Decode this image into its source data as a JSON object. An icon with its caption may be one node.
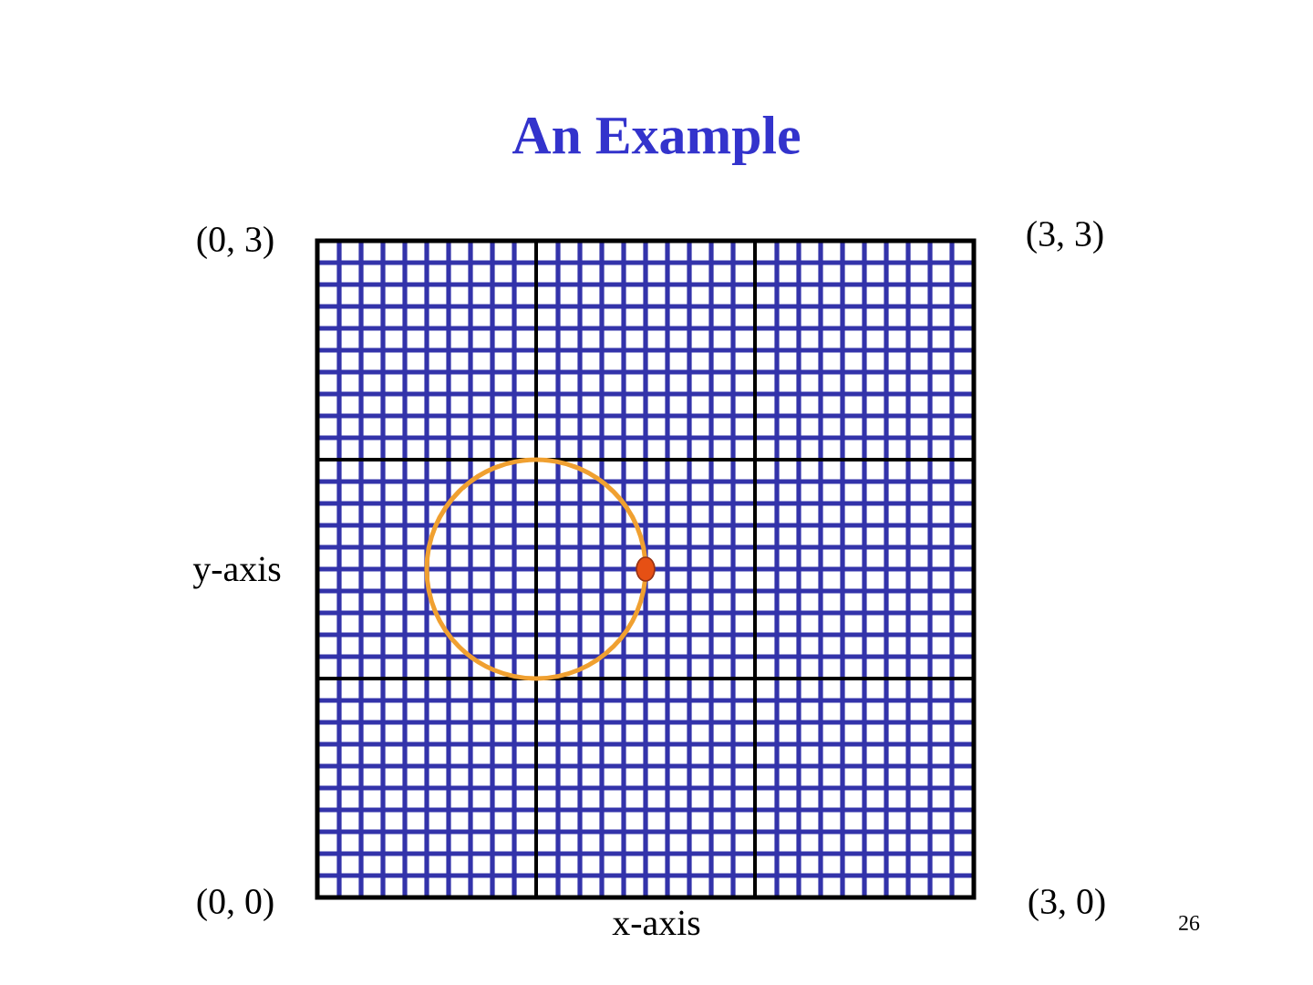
{
  "diagram": {
    "title": "An Example",
    "labels": [
      "(0, 3)",
      "(3, 3)",
      "y-axis",
      "(0, 0)",
      "x-axis",
      "(3, 0)",
      "26"
    ]
  }
}
